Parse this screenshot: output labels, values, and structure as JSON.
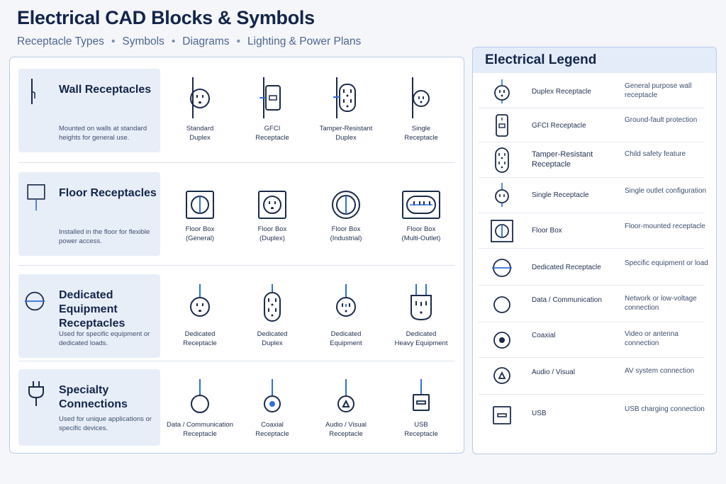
{
  "header": {
    "title": "Electrical CAD Blocks & Symbols",
    "subtitle_items": [
      "Receptacle Types",
      "Symbols",
      "Diagrams",
      "Lighting & Power Plans"
    ],
    "separator": "•"
  },
  "categories": [
    {
      "title": "Wall Receptacles",
      "description": "Mounted on walls at standard heights for general use.",
      "symbols": [
        {
          "label": "Standard\nDuplex",
          "icon": "wall-duplex-icon"
        },
        {
          "label": "GFCI\nReceptacle",
          "icon": "wall-gfci-icon"
        },
        {
          "label": "Tamper-Resistant\nDuplex",
          "icon": "wall-tamper-icon"
        },
        {
          "label": "Single\nReceptacle",
          "icon": "wall-single-icon"
        }
      ]
    },
    {
      "title": "Floor Receptacles",
      "description": "Installed in the floor for flexible power access.",
      "symbols": [
        {
          "label": "Floor Box\n(General)",
          "icon": "floor-general-icon"
        },
        {
          "label": "Floor Box\n(Duplex)",
          "icon": "floor-duplex-icon"
        },
        {
          "label": "Floor Box\n(Industrial)",
          "icon": "floor-industrial-icon"
        },
        {
          "label": "Floor Box\n(Multi-Outlet)",
          "icon": "floor-multi-icon"
        }
      ]
    },
    {
      "title": "Dedicated Equipment Receptacles",
      "description": "Used for specific equipment or dedicated loads.",
      "symbols": [
        {
          "label": "Dedicated\nReceptacle",
          "icon": "dedicated-receptacle-icon"
        },
        {
          "label": "Dedicated\nDuplex",
          "icon": "dedicated-duplex-icon"
        },
        {
          "label": "Dedicated\nEquipment",
          "icon": "dedicated-equipment-icon"
        },
        {
          "label": "Dedicated\nHeavy Equipment",
          "icon": "dedicated-heavy-icon"
        }
      ]
    },
    {
      "title": "Specialty Connections",
      "description": "Used for unique applications or specific devices.",
      "symbols": [
        {
          "label": "Data / Communication\nReceptacle",
          "icon": "data-comm-icon"
        },
        {
          "label": "Coaxial\nReceptacle",
          "icon": "coaxial-icon"
        },
        {
          "label": "Audio / Visual\nReceptacle",
          "icon": "audio-visual-icon"
        },
        {
          "label": "USB\nReceptacle",
          "icon": "usb-icon"
        }
      ]
    }
  ],
  "legend": {
    "title": "Electrical Legend",
    "rows": [
      {
        "name": "Duplex Receptacle",
        "desc": "General purpose wall receptacle"
      },
      {
        "name": "GFCI Receptacle",
        "desc": "Ground-fault protection"
      },
      {
        "name": "Tamper-Resistant Receptacle",
        "desc": "Child safety feature"
      },
      {
        "name": "Single Receptacle",
        "desc": "Single outlet configuration"
      },
      {
        "name": "Floor Box",
        "desc": "Floor-mounted receptacle"
      },
      {
        "name": "Dedicated Receptacle",
        "desc": "Specific equipment or load"
      },
      {
        "name": "Data / Communication",
        "desc": "Network or low-voltage connection"
      },
      {
        "name": "Coaxial",
        "desc": "Video or antenna connection"
      },
      {
        "name": "Audio / Visual",
        "desc": "AV system connection"
      },
      {
        "name": "USB",
        "desc": "USB charging connection"
      }
    ]
  },
  "colors": {
    "navy": "#1a2a4a",
    "accent_blue": "#2f6fd8",
    "card_bg": "#e8eef8"
  }
}
